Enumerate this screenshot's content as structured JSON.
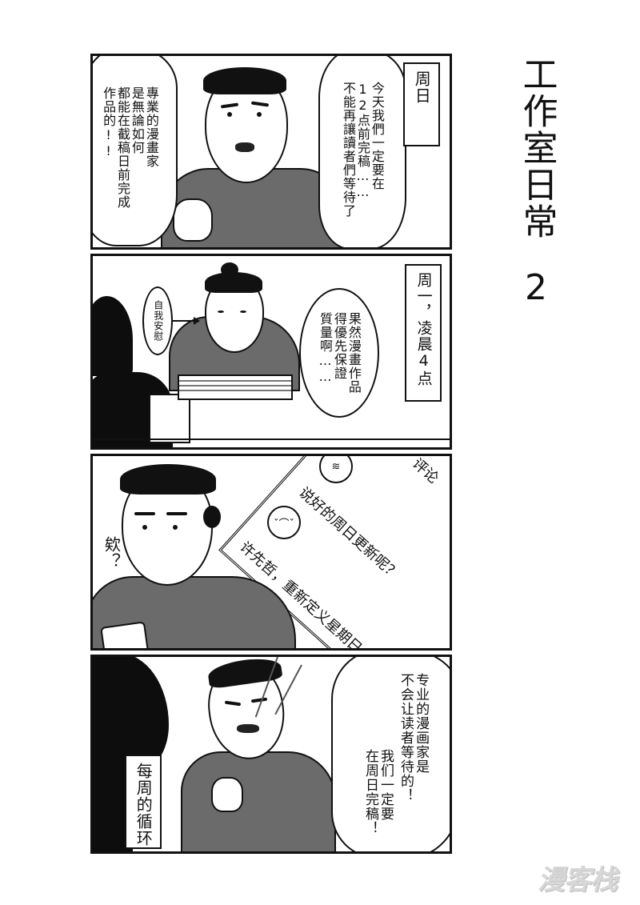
{
  "series_title": {
    "text": "工作室日常",
    "number": "2"
  },
  "panels": [
    {
      "id": 1,
      "caption": "周日",
      "bubbles": [
        {
          "speaker": "man",
          "lines": "今天我們一定要在\n12点前完稿……\n不能再讓讀者們等待了"
        },
        {
          "speaker": "man",
          "lines": "專業的漫畫家\n是無論如何\n都能在截稿日前完成\n作品的!!"
        }
      ]
    },
    {
      "id": 2,
      "caption": "周一，凌晨4点",
      "bubbles": [
        {
          "speaker": "man",
          "lines": "果然漫畫作品\n得優先保證\n質量啊……"
        },
        {
          "speaker": "narration-aside",
          "lines": "自我安慰"
        }
      ]
    },
    {
      "id": 3,
      "exclamation": "欸？",
      "phone_screen": {
        "header_partial": "评论",
        "comments": [
          "说好的周日更新呢？",
          "许先哲，重新定义星期日"
        ]
      }
    },
    {
      "id": 4,
      "caption": "每周的循环",
      "bubbles": [
        {
          "speaker": "man",
          "lines": "专业的漫画家是\n不会让读者等待的！"
        },
        {
          "speaker": "man",
          "lines": "我们一定要\n在周日完稿！"
        }
      ]
    }
  ],
  "watermark": "漫客栈",
  "colors": {
    "ink": "#111111",
    "shirt_gray": "#6b6b6b",
    "paper": "#ffffff",
    "watermark": "#d7d7d7"
  }
}
